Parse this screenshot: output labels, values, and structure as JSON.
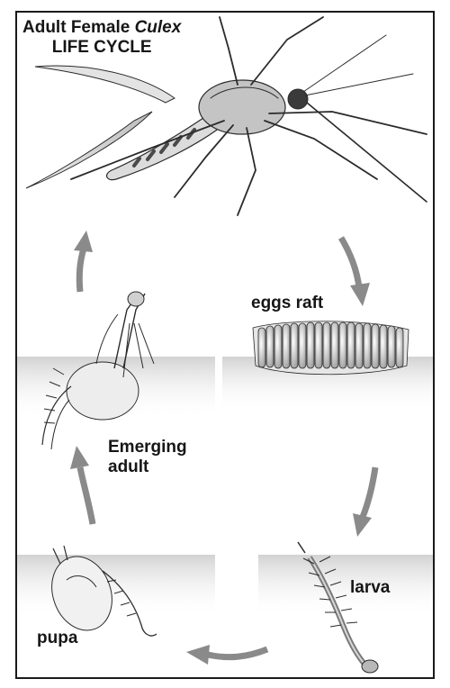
{
  "diagram": {
    "title_part1": "Adult Female ",
    "title_species": "Culex",
    "title_line2": "LIFE CYCLE",
    "stages": {
      "eggs": "eggs raft",
      "emerging_line1": "Emerging",
      "emerging_line2": "adult",
      "larva": "larva",
      "pupa": "pupa"
    }
  },
  "colors": {
    "border": "#1a1a1a",
    "water": "#c9c9c9",
    "arrow": "#8a8a8a",
    "ink": "#2b2b2b"
  }
}
